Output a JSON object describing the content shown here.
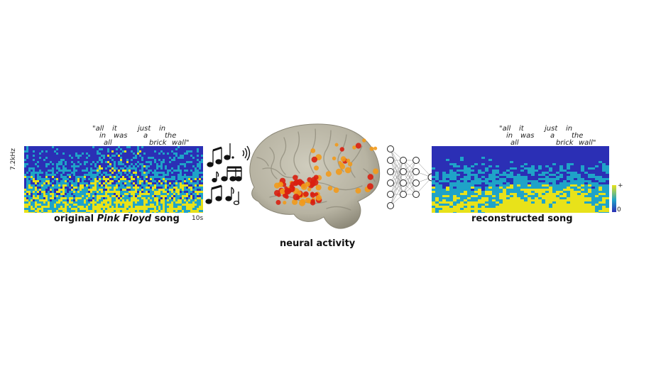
{
  "original": {
    "freq_label": "7.2kHz",
    "time_label": "10s",
    "caption_pre": "original ",
    "caption_em": "Pink Floyd",
    "caption_post": " song",
    "lyrics": [
      {
        "text": "\"all"
      },
      {
        "text": "in"
      },
      {
        "text": "all"
      },
      {
        "text": "it"
      },
      {
        "text": "was"
      },
      {
        "text": "just"
      },
      {
        "text": "a"
      },
      {
        "text": "in"
      },
      {
        "text": "brick"
      },
      {
        "text": "the"
      },
      {
        "text": "wall\""
      }
    ]
  },
  "brain": {
    "caption": "neural activity"
  },
  "reconstructed": {
    "caption": "reconstructed song",
    "colorbar_max": "+",
    "colorbar_min": "0",
    "lyrics": [
      {
        "text": "\"all"
      },
      {
        "text": "in"
      },
      {
        "text": "all"
      },
      {
        "text": "it"
      },
      {
        "text": "was"
      },
      {
        "text": "just"
      },
      {
        "text": "a"
      },
      {
        "text": "in"
      },
      {
        "text": "brick"
      },
      {
        "text": "the"
      },
      {
        "text": "wall\""
      }
    ]
  },
  "colors": {
    "spec_low": "#2b2fb5",
    "spec_mid": "#1fa3c8",
    "spec_high": "#e8e21a",
    "brain": "#b9b6a6",
    "electrode_hot": "#d91f10",
    "electrode_warm": "#f29a1b"
  },
  "icons": [
    "music-notes-icon",
    "sound-waves-icon",
    "neural-network-icon",
    "brain-icon"
  ]
}
